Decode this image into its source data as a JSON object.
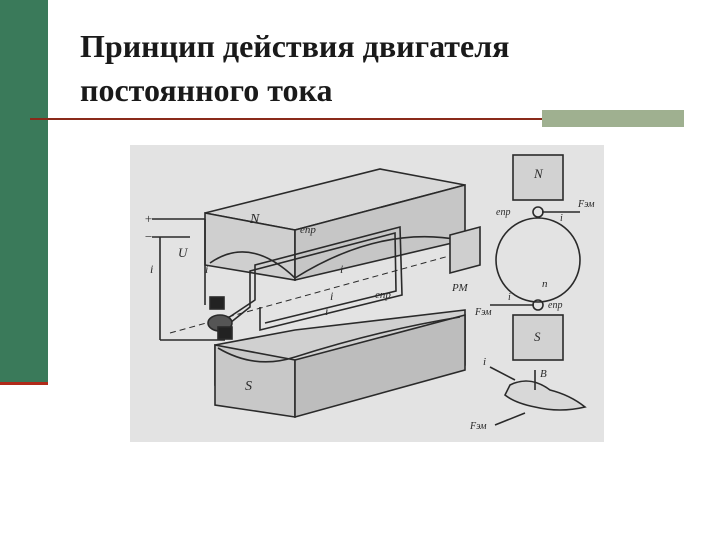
{
  "slide": {
    "title_line1": "Принцип действия двигателя",
    "title_line2": "постоянного тока"
  },
  "diagram": {
    "labels": {
      "plus": "+",
      "minus": "−",
      "voltage": "U",
      "current_left": "i",
      "current_mid": "i",
      "pole_n": "N",
      "pole_s": "S",
      "emf_top": "eпр",
      "emf_bottom": "eпр",
      "current_coil_top": "i",
      "current_coil_center": "i",
      "current_coil_bottom": "i",
      "pm": "РМ",
      "right_pole_n": "N",
      "right_pole_s": "S",
      "e_pr_right_top": "eпр",
      "i_right_top": "i",
      "f_em_right_top": "Fэм",
      "n_speed": "n",
      "i_right_bottom": "i",
      "e_pr_right_bottom": "eпр",
      "f_em_right_bottom": "Fэм",
      "hand_i": "i",
      "hand_b": "B",
      "hand_f": "Fэм"
    }
  }
}
